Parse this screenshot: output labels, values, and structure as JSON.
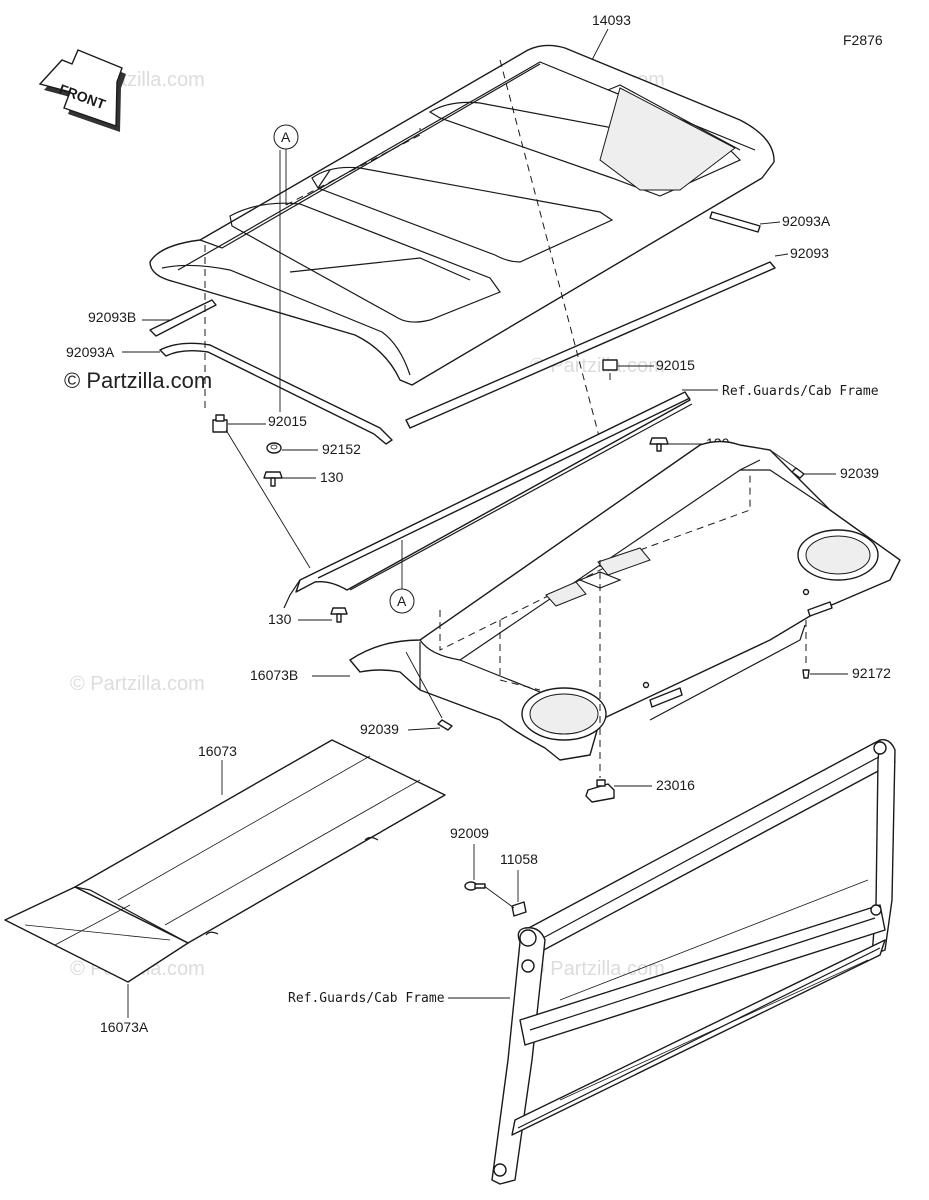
{
  "diagram_code": "F2876",
  "front_label": "FRONT",
  "watermarks": {
    "small": "© Partzilla.com",
    "main": "© Partzilla.com"
  },
  "callouts": {
    "a_top": "A",
    "a_bottom": "A"
  },
  "parts": {
    "roof": "14093",
    "seal_92093A_right": "92093A",
    "seal_92093_right": "92093",
    "seal_92093B_left": "92093B",
    "seal_92093A_left": "92093A",
    "clip_92015_left": "92015",
    "nut_92152": "92152",
    "bolt_130_left": "130",
    "clip_92015_right": "92015",
    "ref_guards_top": "Ref.Guards/Cab Frame",
    "bolt_130_right": "130",
    "rivet_92039_right": "92039",
    "bolt_130_lower": "130",
    "liner_16073B": "16073B",
    "rivet_92172": "92172",
    "rivet_92039_lower": "92039",
    "light_23016": "23016",
    "headliner_16073": "16073",
    "bolt_92009": "92009",
    "bracket_11058": "11058",
    "headliner_16073A": "16073A",
    "ref_guards_bottom": "Ref.Guards/Cab Frame"
  }
}
